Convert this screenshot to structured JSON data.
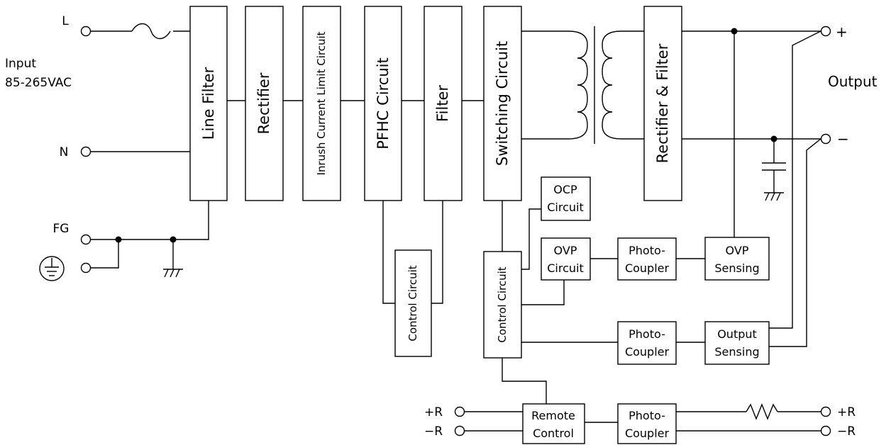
{
  "input": {
    "label": "Input",
    "voltage": "85-265VAC",
    "L": "L",
    "N": "N",
    "FG": "FG"
  },
  "output": {
    "label": "Output",
    "plus": "+",
    "minus": "−"
  },
  "blocks": {
    "line_filter": "Line Filter",
    "rectifier": "Rectifier",
    "inrush": "Inrush Current Limit Circuit",
    "pfhc": "PFHC Circuit",
    "filter": "Filter",
    "switching": "Switching Circuit",
    "rect_filter": "Rectifier & Filter",
    "control_pfhc": "Control Circuit",
    "control_main": "Control Circuit",
    "ocp_1": "OCP",
    "ocp_2": "Circuit",
    "ovp_1": "OVP",
    "ovp_2": "Circuit",
    "photo1_1": "Photo-",
    "photo1_2": "Coupler",
    "ovps_1": "OVP",
    "ovps_2": "Sensing",
    "photo2_1": "Photo-",
    "photo2_2": "Coupler",
    "outs_1": "Output",
    "outs_2": "Sensing",
    "remote_1": "Remote",
    "remote_2": "Control",
    "photo3_1": "Photo-",
    "photo3_2": "Coupler"
  },
  "remote": {
    "plus_r_left": "+R",
    "minus_r_left": "−R",
    "plus_r_right": "+R",
    "minus_r_right": "−R"
  }
}
